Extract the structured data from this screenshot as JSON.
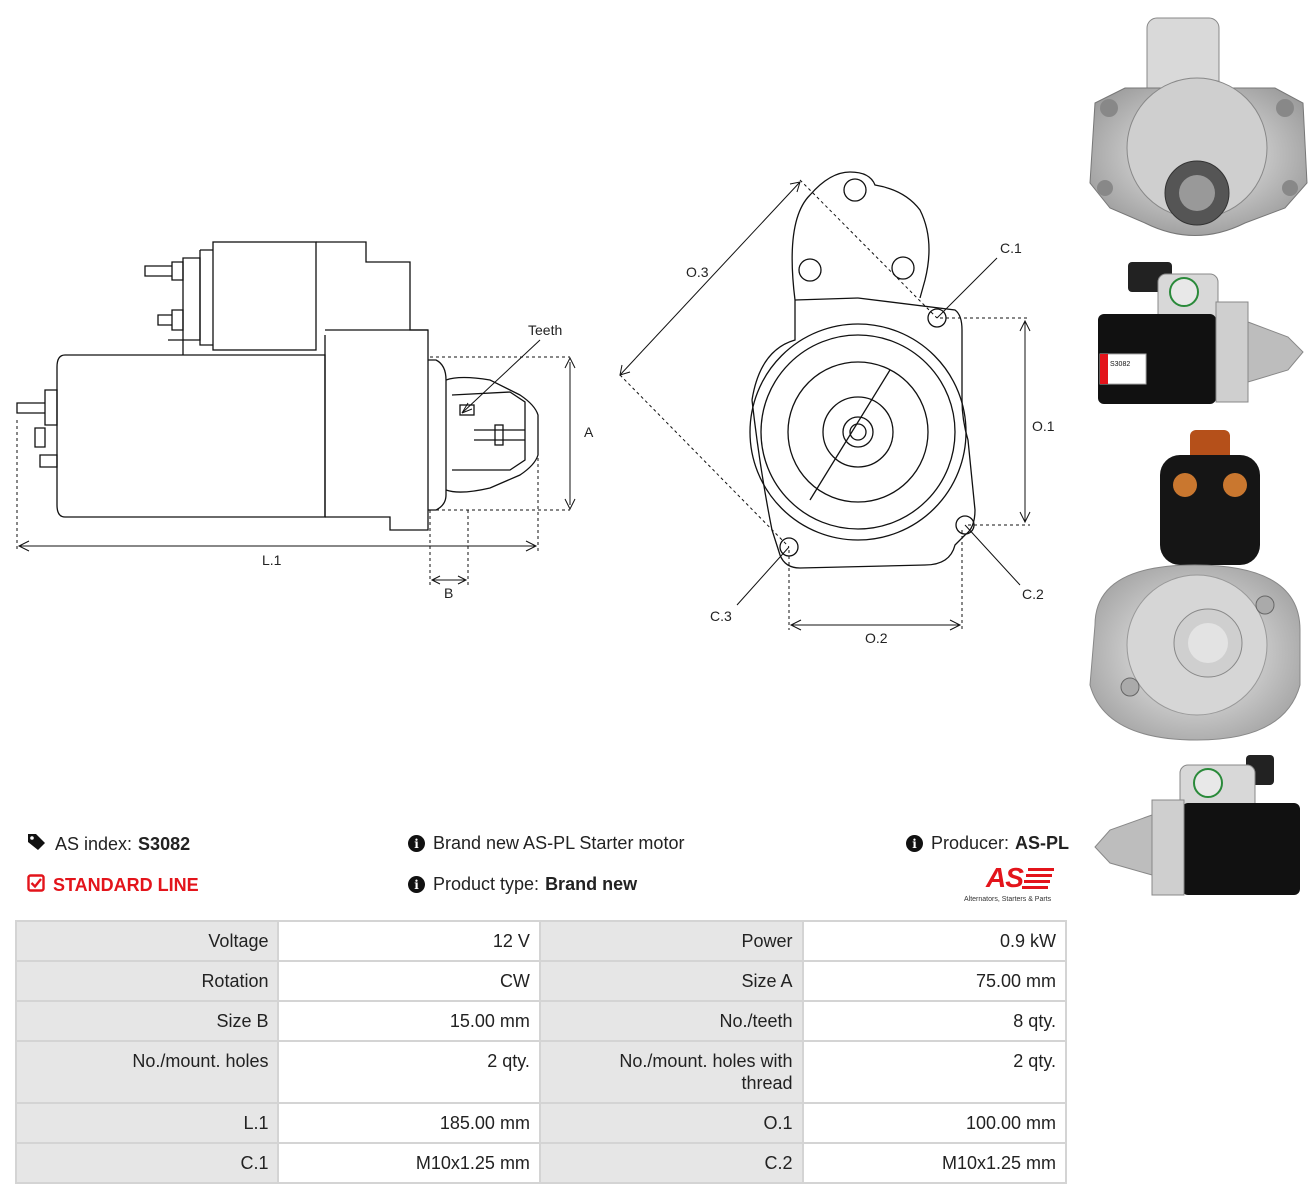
{
  "diagram": {
    "side_labels": {
      "teeth": "Teeth",
      "a": "A",
      "l1": "L.1",
      "b": "B"
    },
    "front_labels": {
      "o3": "O.3",
      "c1": "C.1",
      "o1": "O.1",
      "c2": "C.2",
      "c3": "C.3",
      "o2": "O.2"
    }
  },
  "photos": {
    "label_code": "S3082"
  },
  "info": {
    "as_index_label": "AS index:",
    "as_index_value": "S3082",
    "line_label": "STANDARD LINE",
    "line_color": "#e3141b",
    "description": "Brand new AS-PL Starter motor",
    "product_type_label": "Product type:",
    "product_type_value": "Brand new",
    "producer_label": "Producer:",
    "producer_value": "AS-PL",
    "logo_text": "AS",
    "logo_tagline": "Alternators, Starters & Parts",
    "logo_color": "#e3141b"
  },
  "specs": [
    [
      {
        "k": "Voltage",
        "v": "12 V"
      },
      {
        "k": "Power",
        "v": "0.9 kW"
      }
    ],
    [
      {
        "k": "Rotation",
        "v": "CW"
      },
      {
        "k": "Size A",
        "v": "75.00 mm"
      }
    ],
    [
      {
        "k": "Size B",
        "v": "15.00 mm"
      },
      {
        "k": "No./teeth",
        "v": "8 qty."
      }
    ],
    [
      {
        "k": "No./mount. holes",
        "v": "2 qty."
      },
      {
        "k": "No./mount. holes with thread",
        "v": "2 qty."
      }
    ],
    [
      {
        "k": "L.1",
        "v": "185.00 mm"
      },
      {
        "k": "O.1",
        "v": "100.00 mm"
      }
    ],
    [
      {
        "k": "C.1",
        "v": "M10x1.25 mm"
      },
      {
        "k": "C.2",
        "v": "M10x1.25 mm"
      }
    ]
  ]
}
